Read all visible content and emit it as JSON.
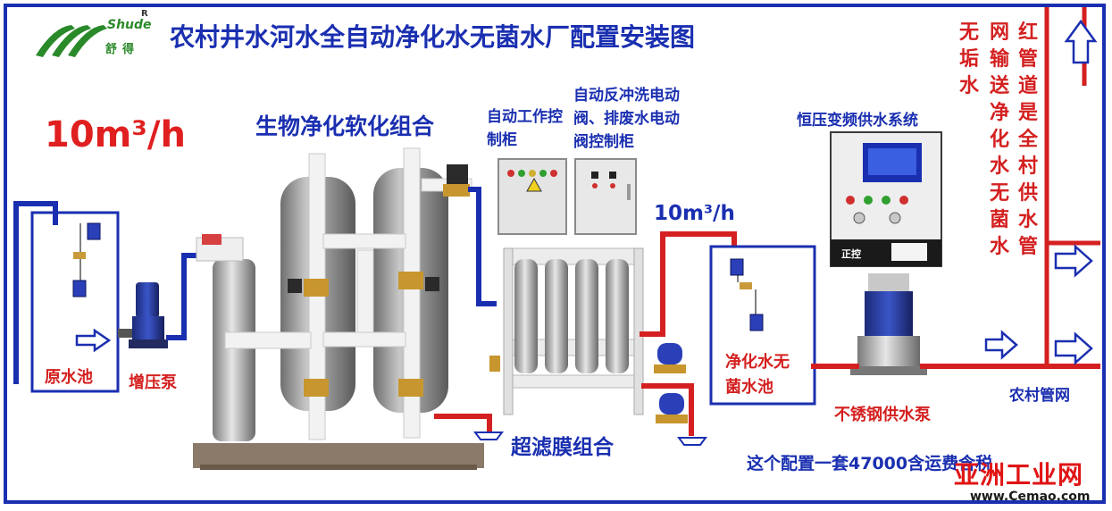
{
  "title": "农村井水河水全自动净化水无菌水厂配置安装图",
  "logo": {
    "latin": "Shude",
    "cn": "舒得",
    "reg": "R"
  },
  "capacity_main": "10m³/h",
  "capacity_secondary": "10m³/h",
  "labels": {
    "bio_group": "生物净化软化组合",
    "control_cabinet": "自动工作控制柜",
    "backwash_cabinet": "自动反冲洗电动阀、排废水电动阀控制柜",
    "constant_pressure": "恒压变频供水系统",
    "raw_pool": "原水池",
    "booster_pump": "增压泵",
    "uf_group": "超滤膜组合",
    "clean_pool": "净化水无菌水池",
    "ss_pump": "不锈钢供水泵",
    "rural_net": "农村管网",
    "price_note": "这个配置一套47000含运费含税",
    "panel_brand": "正控"
  },
  "vertical_text": {
    "col1": "无垢水",
    "col2": "网输送净化水无菌水",
    "col3": "红管道是全村供水管"
  },
  "watermark": {
    "cn": "亚洲工业网",
    "url": "www.Cemao.com"
  },
  "colors": {
    "pipe_blue": "#1a2fb0",
    "pipe_red": "#d42020",
    "title_blue": "#1a2fb0",
    "accent_red": "#e02020",
    "logo_green": "#2a8a2a"
  }
}
